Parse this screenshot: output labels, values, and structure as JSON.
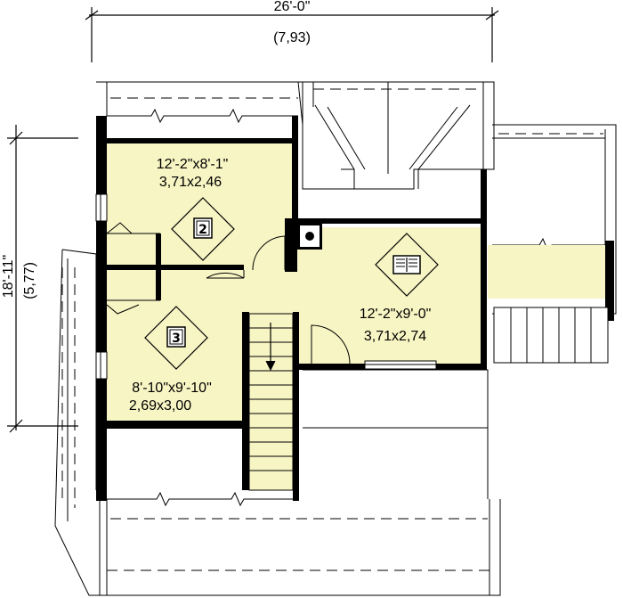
{
  "overall": {
    "width_imperial": "26'-0\"",
    "width_metric": "(7,93)",
    "depth_imperial": "18'-11\"",
    "depth_metric": "(5,77)"
  },
  "rooms": [
    {
      "id": "bedroom-2",
      "dim_imperial": "12'-2\"x8'-1\"",
      "dim_metric": "3,71x2,46",
      "badge": "2",
      "icon": "bed-icon"
    },
    {
      "id": "bedroom-3",
      "dim_imperial": "8'-10\"x9'-10\"",
      "dim_metric": "2,69x3,00",
      "badge": "3",
      "icon": "bed-icon"
    },
    {
      "id": "loft",
      "dim_imperial": "12'-2\"x9'-0\"",
      "dim_metric": "3,71x2,74",
      "icon": "book-icon"
    }
  ],
  "colors": {
    "room_fill": "#f7f5c3",
    "wall": "#000000",
    "paper": "#ffffff"
  }
}
